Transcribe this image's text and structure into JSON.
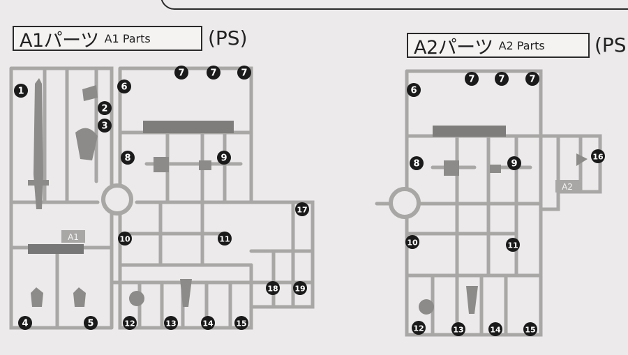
{
  "sections": [
    {
      "id": "A1",
      "title": "A1パーツ",
      "subtitle": "A1 Parts",
      "material": "(PS)",
      "tag": "A1"
    },
    {
      "id": "A2",
      "title": "A2パーツ",
      "subtitle": "A2 Parts",
      "material": "(PS",
      "tag": "A2"
    }
  ],
  "a1_labels": [
    "1",
    "2",
    "3",
    "4",
    "5",
    "6",
    "7",
    "7",
    "7",
    "8",
    "9",
    "10",
    "11",
    "12",
    "13",
    "14",
    "15",
    "17",
    "18",
    "19"
  ],
  "a2_labels": [
    "6",
    "7",
    "7",
    "7",
    "8",
    "9",
    "16",
    "10",
    "11",
    "12",
    "13",
    "14",
    "15"
  ],
  "colors": {
    "runner": "#a9a7a5",
    "runner_dark": "#8d8b89",
    "bubble": "#1a1a1a",
    "background": "#eceaea"
  }
}
